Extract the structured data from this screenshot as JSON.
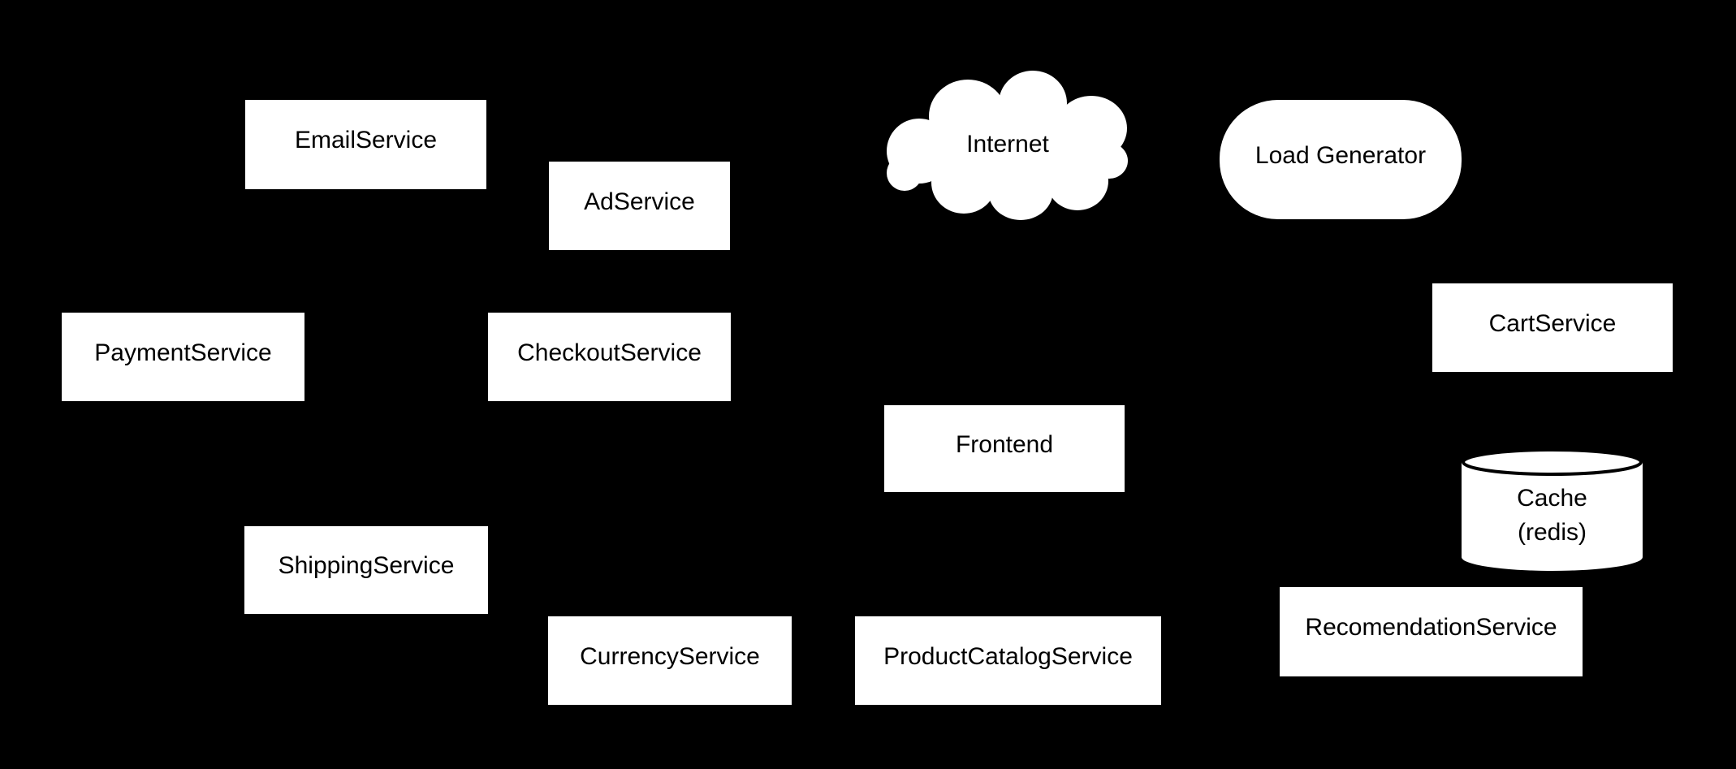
{
  "diagram": {
    "background_color": "#000000",
    "node_fill_color": "#ffffff",
    "node_text_color": "#000000",
    "cylinder_stroke_color": "#000000",
    "nodes": {
      "email_service": {
        "label": "EmailService",
        "shape": "rectangle"
      },
      "ad_service": {
        "label": "AdService",
        "shape": "rectangle"
      },
      "internet": {
        "label": "Internet",
        "shape": "cloud"
      },
      "load_generator": {
        "label": "Load Generator",
        "shape": "rounded-rectangle"
      },
      "payment_service": {
        "label": "PaymentService",
        "shape": "rectangle"
      },
      "checkout_service": {
        "label": "CheckoutService",
        "shape": "rectangle"
      },
      "cart_service": {
        "label": "CartService",
        "shape": "rectangle"
      },
      "frontend": {
        "label": "Frontend",
        "shape": "rectangle"
      },
      "cache": {
        "label_line1": "Cache",
        "label_line2": "(redis)",
        "shape": "cylinder"
      },
      "shipping_service": {
        "label": "ShippingService",
        "shape": "rectangle"
      },
      "currency_service": {
        "label": "CurrencyService",
        "shape": "rectangle"
      },
      "product_catalog_service": {
        "label": "ProductCatalogService",
        "shape": "rectangle"
      },
      "recomendation_service": {
        "label": "RecomendationService",
        "shape": "rectangle"
      }
    }
  }
}
